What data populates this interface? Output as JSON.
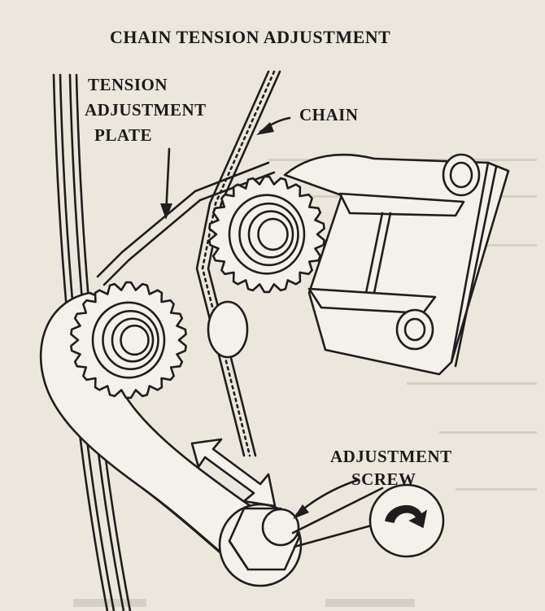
{
  "title": "CHAIN TENSION ADJUSTMENT",
  "labels": {
    "tension_plate_line1": "TENSION",
    "tension_plate_line2": "ADJUSTMENT",
    "tension_plate_line3": "PLATE",
    "chain": "CHAIN",
    "adjust_screw_line1": "ADJUSTMENT",
    "adjust_screw_line2": "SCREW"
  },
  "colors": {
    "paper": "#ebe7dc",
    "ink": "#1e1e1e"
  }
}
